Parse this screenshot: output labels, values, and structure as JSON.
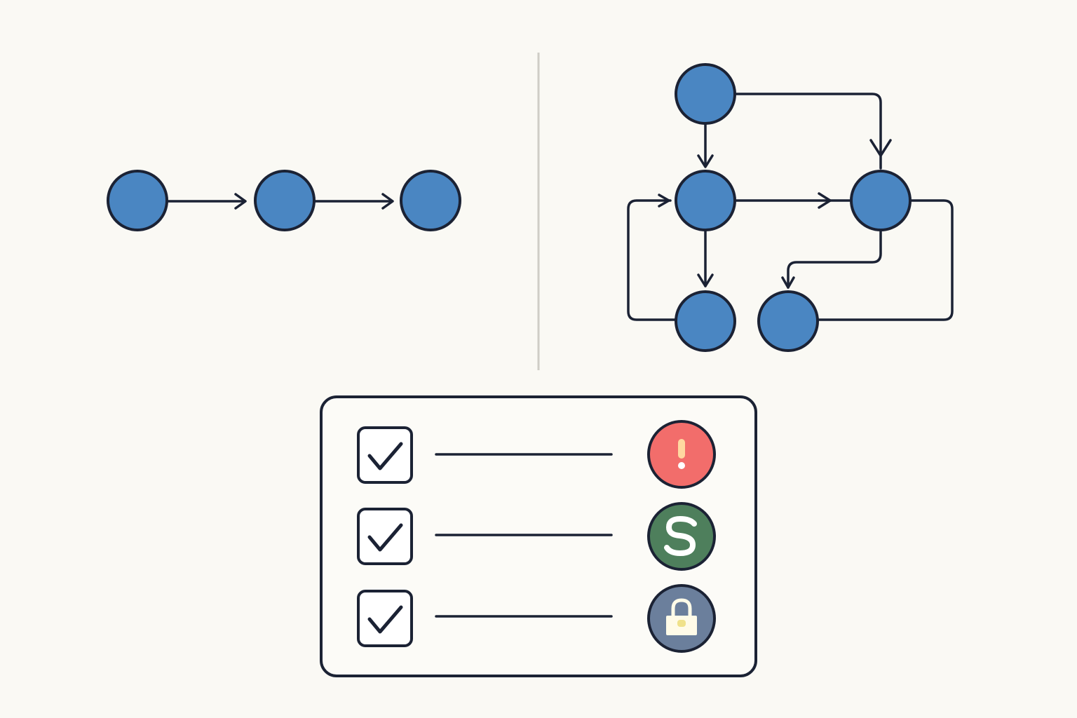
{
  "colors": {
    "background": "#faf9f4",
    "node_fill": "#4a86c2",
    "outline": "#1b2234",
    "divider": "#cfcdc6",
    "alert_badge": "#f26d6b",
    "alert_glyph_light": "#ffffff",
    "alert_glyph_warm": "#ffd8a0",
    "success_badge": "#4e7f5c",
    "lock_badge": "#6b7f9c",
    "lock_glyph": "#fffbe8",
    "lock_keyhole": "#f0e28a"
  },
  "left_diagram": {
    "nodes": [
      "linear-node-1",
      "linear-node-2",
      "linear-node-3"
    ],
    "edges": [
      {
        "from": "linear-node-1",
        "to": "linear-node-2"
      },
      {
        "from": "linear-node-2",
        "to": "linear-node-3"
      }
    ]
  },
  "right_diagram": {
    "nodes": [
      "graph-node-top",
      "graph-node-mid-left",
      "graph-node-mid-right",
      "graph-node-bottom-left",
      "graph-node-bottom-right"
    ],
    "edges": [
      {
        "from": "graph-node-top",
        "to": "graph-node-mid-left"
      },
      {
        "from": "graph-node-top",
        "to": "graph-node-mid-right"
      },
      {
        "from": "graph-node-mid-left",
        "to": "graph-node-mid-right"
      },
      {
        "from": "graph-node-mid-left",
        "to": "graph-node-bottom-left"
      },
      {
        "from": "graph-node-bottom-left",
        "to": "graph-node-mid-left"
      },
      {
        "from": "graph-node-mid-right",
        "to": "graph-node-bottom-right"
      },
      {
        "from": "graph-node-bottom-right",
        "to": "graph-node-mid-right"
      }
    ]
  },
  "checklist": {
    "items": [
      {
        "checked": true,
        "status_icon": "alert-icon"
      },
      {
        "checked": true,
        "status_icon": "success-s-icon"
      },
      {
        "checked": true,
        "status_icon": "lock-icon"
      }
    ]
  }
}
